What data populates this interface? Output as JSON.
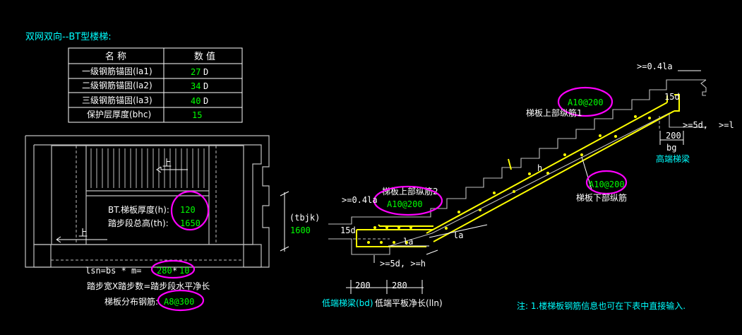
{
  "title": "双网双向--BT型楼梯:",
  "table": {
    "headers": [
      "名 称",
      "数 值"
    ],
    "rows": [
      {
        "name": "一级钢筋锚固(la1)",
        "value": "27",
        "unit": "D"
      },
      {
        "name": "二级钢筋锚固(la2)",
        "value": "34",
        "unit": "D"
      },
      {
        "name": "三级钢筋锚固(la3)",
        "value": "40",
        "unit": "D"
      },
      {
        "name": "保护层厚度(bhc)",
        "value": "15",
        "unit": ""
      }
    ]
  },
  "plan": {
    "up_top": "上",
    "up_bottom": "上",
    "thickness_label": "BT.梯板厚度(h):",
    "thickness_value": "120",
    "height_label": "踏步段总高(th):",
    "height_value": "1650",
    "tbjk_label": "(tbjk)",
    "tbjk_value": "1600",
    "lsn_label": "lsn=bs * m=",
    "lsn_bs": "280",
    "lsn_times": "*",
    "lsn_m": "10",
    "span_note": "踏步宽X踏步数=踏步段水平净长",
    "dist_label": "梯板分布钢筋:",
    "dist_value": "A8@300"
  },
  "section": {
    "top_anchor": ">=0.4la",
    "top_15d": "15d",
    "top_5d": ">=5d,",
    "top_ge": ">=l",
    "high_beam_width": "200",
    "bg": "bg",
    "high_beam_label": "高端梯梁",
    "upper_bar1_value": "A10@200",
    "upper_bar1_label": "梯板上部纵筋1",
    "h_label": "h",
    "lower_bar_value": "A10@200",
    "lower_bar_label": "梯板下部纵筋",
    "upper_bar2_label": "梯板上部纵筋2",
    "upper_bar2_value": "A10@200",
    "bottom_anchor": ">=0.4la",
    "bottom_15d": "15d",
    "la1": "la",
    "la2": "la",
    "bottom_5d": ">=5d, >=h",
    "low_beam_width": "200",
    "low_flat_width": "280",
    "low_beam_label": "低端梯梁(bd)",
    "low_flat_label": "低端平板净长(lln)"
  },
  "note": "注: 1.楼梯板钢筋信息也可在下表中直接输入.",
  "colors": {
    "background": "#000000",
    "cyan": "#00ffff",
    "green": "#00ff00",
    "white": "#ffffff",
    "yellow": "#ffff00",
    "magenta": "#ff00ff",
    "grey": "#c0c0c0"
  }
}
